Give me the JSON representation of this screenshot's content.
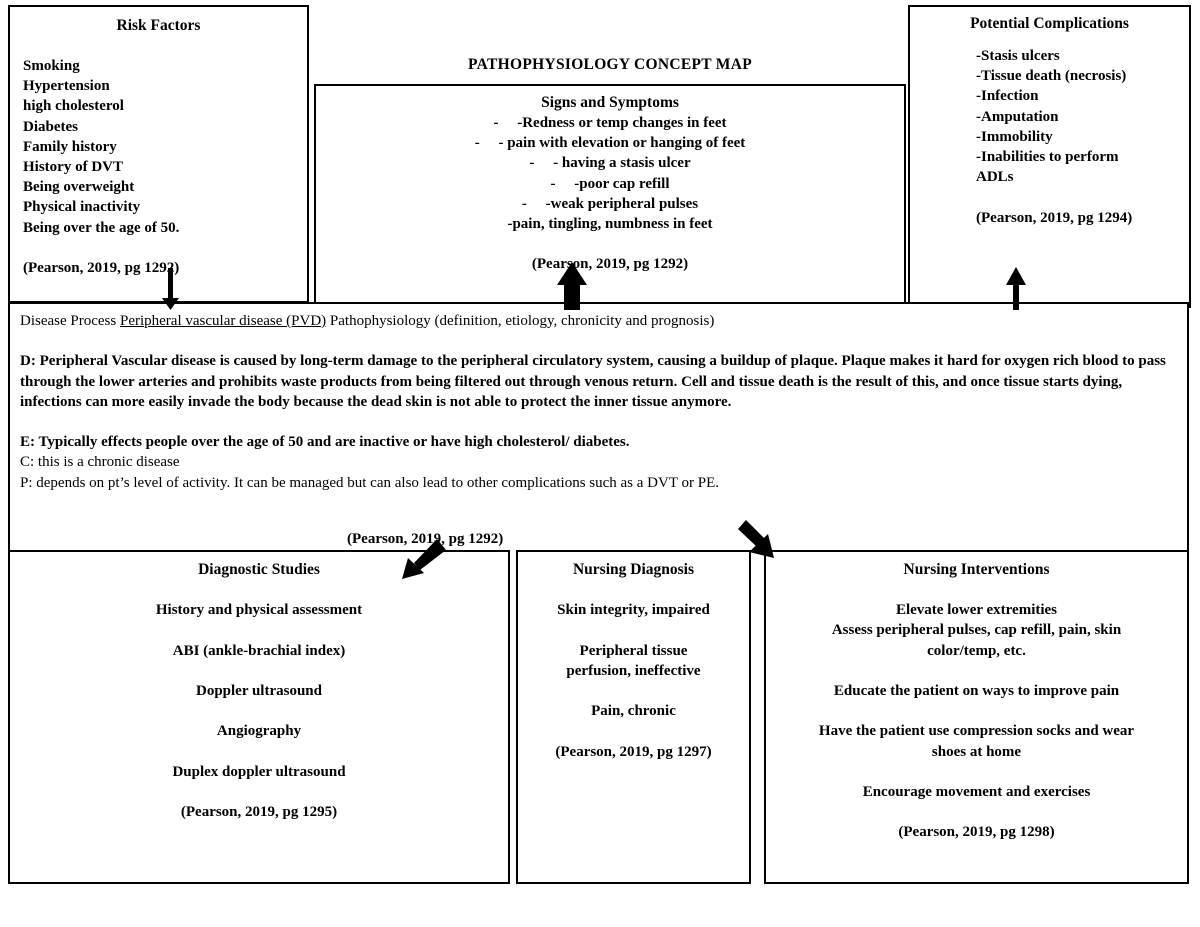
{
  "map_title": "PATHOPHYSIOLOGY CONCEPT MAP",
  "risk_factors": {
    "title": "Risk Factors",
    "items": [
      "Smoking",
      "Hypertension",
      "high cholesterol",
      "Diabetes",
      "Family history",
      "History of DVT",
      "Being overweight",
      "Physical inactivity",
      "Being over the age of 50."
    ],
    "citation": "(Pearson, 2019, pg 1292)"
  },
  "signs_symptoms": {
    "title": "Signs and Symptoms",
    "items": [
      "-     -Redness or temp changes in feet",
      "-     - pain with elevation or hanging of feet",
      "-     - having a stasis ulcer",
      "-     -poor cap refill",
      "-     -weak peripheral pulses",
      "-pain, tingling, numbness in feet"
    ],
    "citation": "(Pearson, 2019, pg 1292)"
  },
  "complications": {
    "title": "Potential Complications",
    "items": [
      "-Stasis ulcers",
      "-Tissue death (necrosis)",
      "-Infection",
      "-Amputation",
      "-Immobility",
      "-Inabilities to perform",
      "ADLs"
    ],
    "citation": "(Pearson, 2019, pg 1294)"
  },
  "disease": {
    "heading_prefix": "Disease Process ",
    "disease_name": "Peripheral vascular disease (PVD)",
    "heading_suffix": " Pathophysiology (definition, etiology, chronicity and prognosis)",
    "definition": "D: Peripheral Vascular disease is caused by long-term damage to the peripheral circulatory system, causing a buildup of plaque. Plaque makes it hard for oxygen rich blood to pass through the lower arteries and prohibits waste products from being filtered out through venous return. Cell and tissue death is the result of this, and once tissue starts dying, infections can more easily invade the body because the dead skin is not able to protect the inner tissue anymore.",
    "etiology": "E: Typically effects people over the age of 50 and are inactive or have high cholesterol/ diabetes.",
    "chronicity": "C: this is a chronic disease",
    "prognosis": "P: depends on pt’s level of activity. It can be managed but can also lead to other complications such as a DVT or PE.",
    "citation": "(Pearson, 2019, pg 1292)"
  },
  "diagnostic_studies": {
    "title": "Diagnostic Studies",
    "items": [
      "History and physical assessment",
      "ABI (ankle-brachial index)",
      "Doppler ultrasound",
      "Angiography",
      "Duplex doppler ultrasound"
    ],
    "citation": "(Pearson, 2019, pg 1295)"
  },
  "nursing_diagnosis": {
    "title": "Nursing Diagnosis",
    "item1": "Skin integrity, impaired",
    "item2_line1": "Peripheral tissue",
    "item2_line2": "perfusion, ineffective",
    "item3": "Pain, chronic",
    "citation": "(Pearson, 2019, pg 1297)"
  },
  "nursing_interventions": {
    "title": "Nursing Interventions",
    "i1": "Elevate lower extremities",
    "i2_l1": "Assess peripheral pulses, cap refill, pain, skin",
    "i2_l2": "color/temp, etc.",
    "i3": "Educate the patient on ways to improve pain",
    "i4_l1": "Have the patient use compression socks and wear",
    "i4_l2": "shoes at home",
    "i5": "Encourage movement and exercises",
    "citation": "(Pearson, 2019, pg 1298)"
  }
}
